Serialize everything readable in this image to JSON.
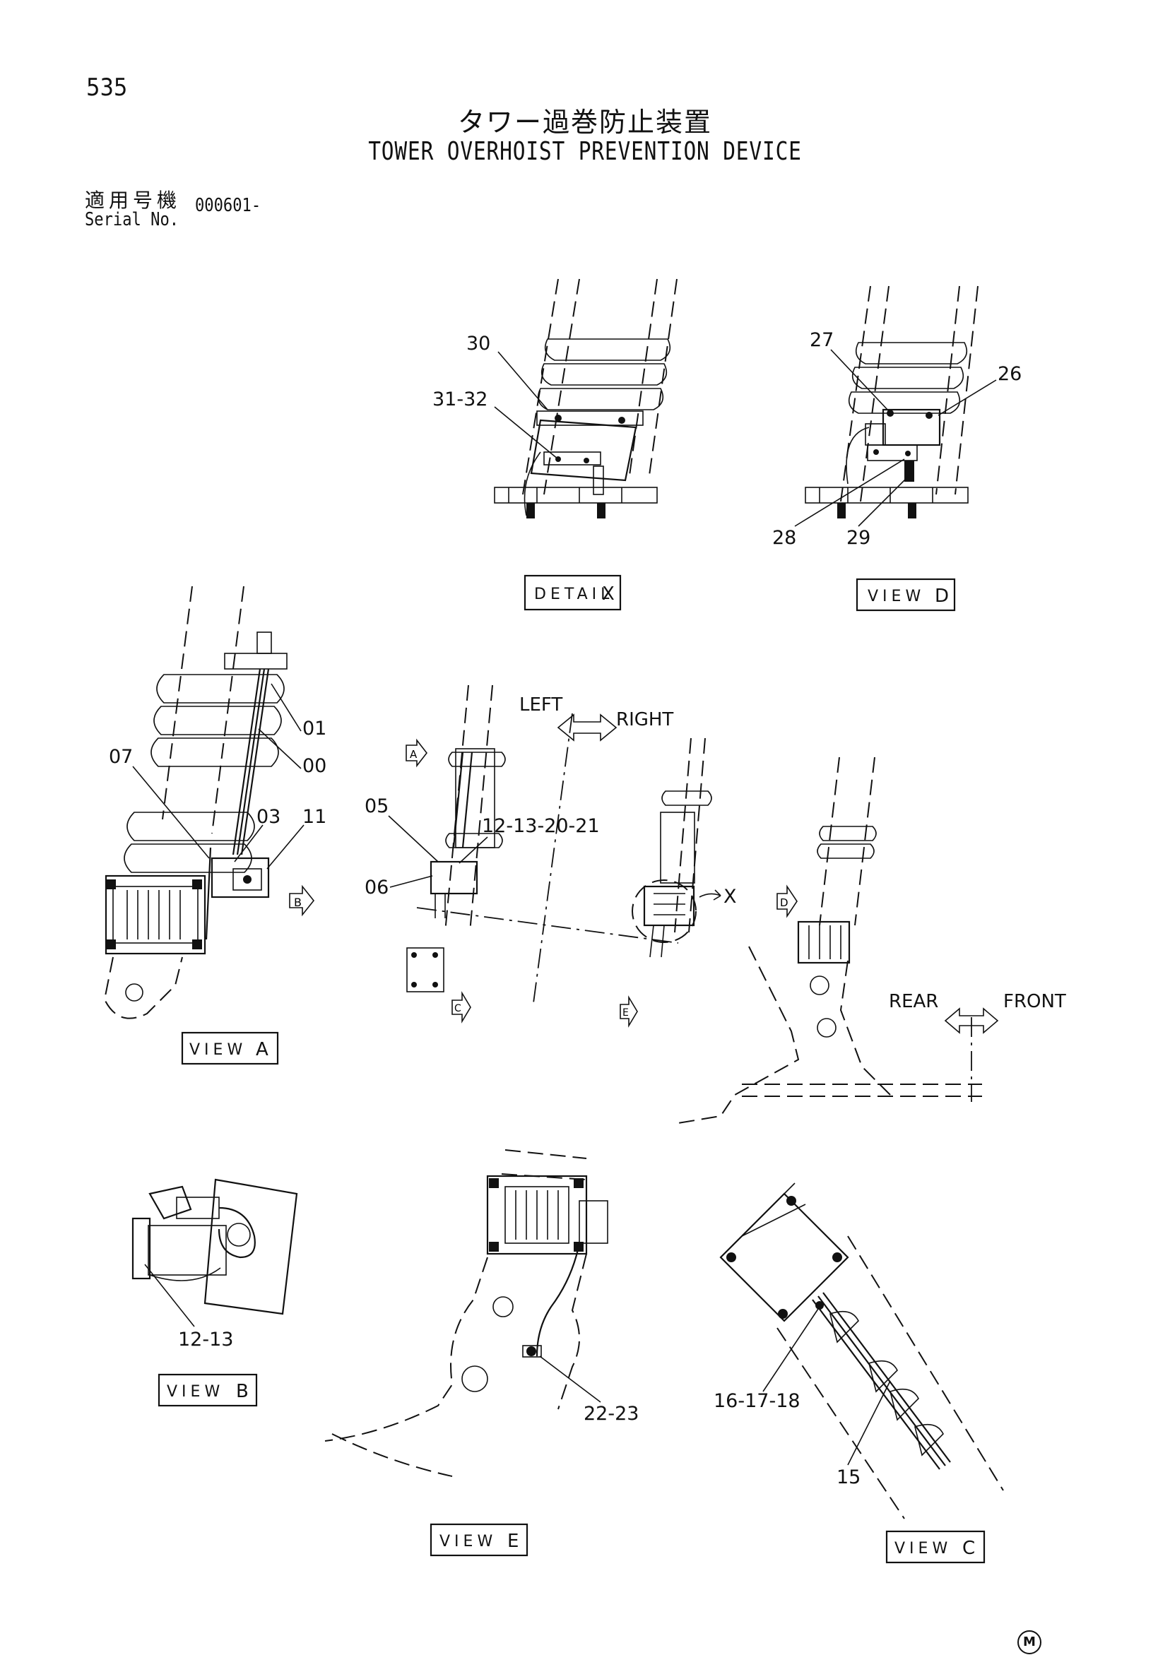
{
  "page_number": "535",
  "title": {
    "japanese": "タワー過巻防止装置",
    "english": "TOWER OVERHOIST PREVENTION DEVICE"
  },
  "applicability": {
    "label_japanese": "適用号機",
    "label_english": "Serial No.",
    "serial_range": "000601-"
  },
  "views": {
    "detail_x": {
      "label": "DETAIL",
      "letter": "X"
    },
    "view_d": {
      "label": "VIEW",
      "letter": "D"
    },
    "view_a": {
      "label": "VIEW",
      "letter": "A"
    },
    "view_b": {
      "label": "VIEW",
      "letter": "B"
    },
    "view_e": {
      "label": "VIEW",
      "letter": "E"
    },
    "view_c": {
      "label": "VIEW",
      "letter": "C"
    }
  },
  "directions": {
    "left": "LEFT",
    "right": "RIGHT",
    "rear": "REAR",
    "front": "FRONT"
  },
  "arrow_markers": [
    "A",
    "B",
    "C",
    "D",
    "E",
    "X"
  ],
  "callouts": {
    "detail_x": [
      "30",
      "31-32"
    ],
    "view_d": [
      "27",
      "26",
      "28",
      "29"
    ],
    "view_a": [
      "01",
      "00",
      "07",
      "03",
      "11"
    ],
    "overview": [
      "05",
      "12-13-20-21",
      "06"
    ],
    "view_b": [
      "12-13"
    ],
    "view_e": [
      "22-23"
    ],
    "view_c": [
      "16-17-18",
      "15"
    ]
  },
  "footer_mark": "M"
}
